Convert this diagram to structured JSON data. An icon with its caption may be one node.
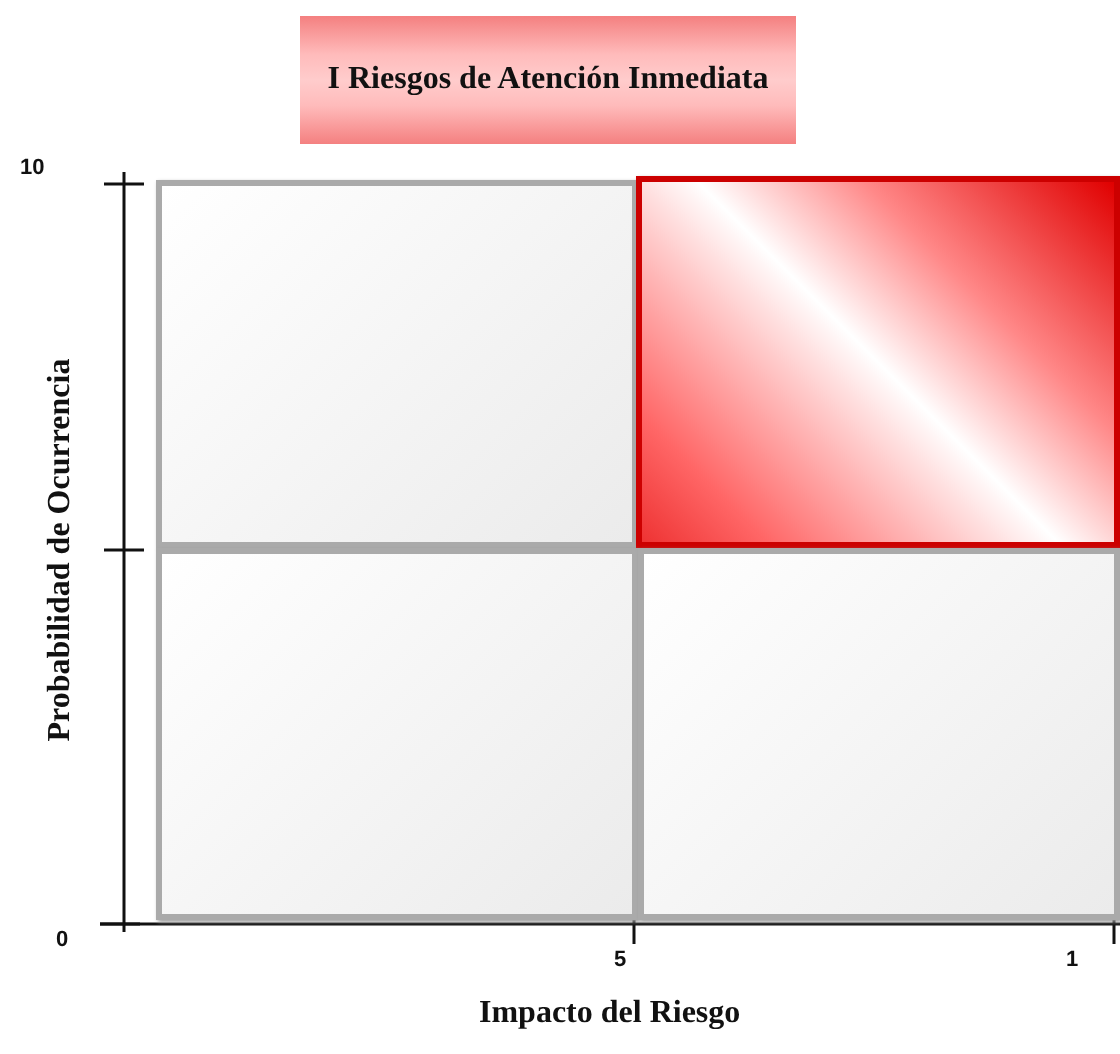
{
  "diagram": {
    "nodes": [
      {
        "text": [
          "I Riesgos de Atención Inmediata"
        ]
      },
      {
        "text": [],
        "shape": "box"
      },
      {
        "text": [],
        "shape": "box"
      },
      {
        "text": [],
        "shape": "box"
      },
      {
        "text": [],
        "shape": "box"
      }
    ],
    "labels": [
      "10",
      "Probabilidad de Ocurrencia",
      "0",
      "5",
      "1",
      "Impacto del Riesgo"
    ]
  }
}
